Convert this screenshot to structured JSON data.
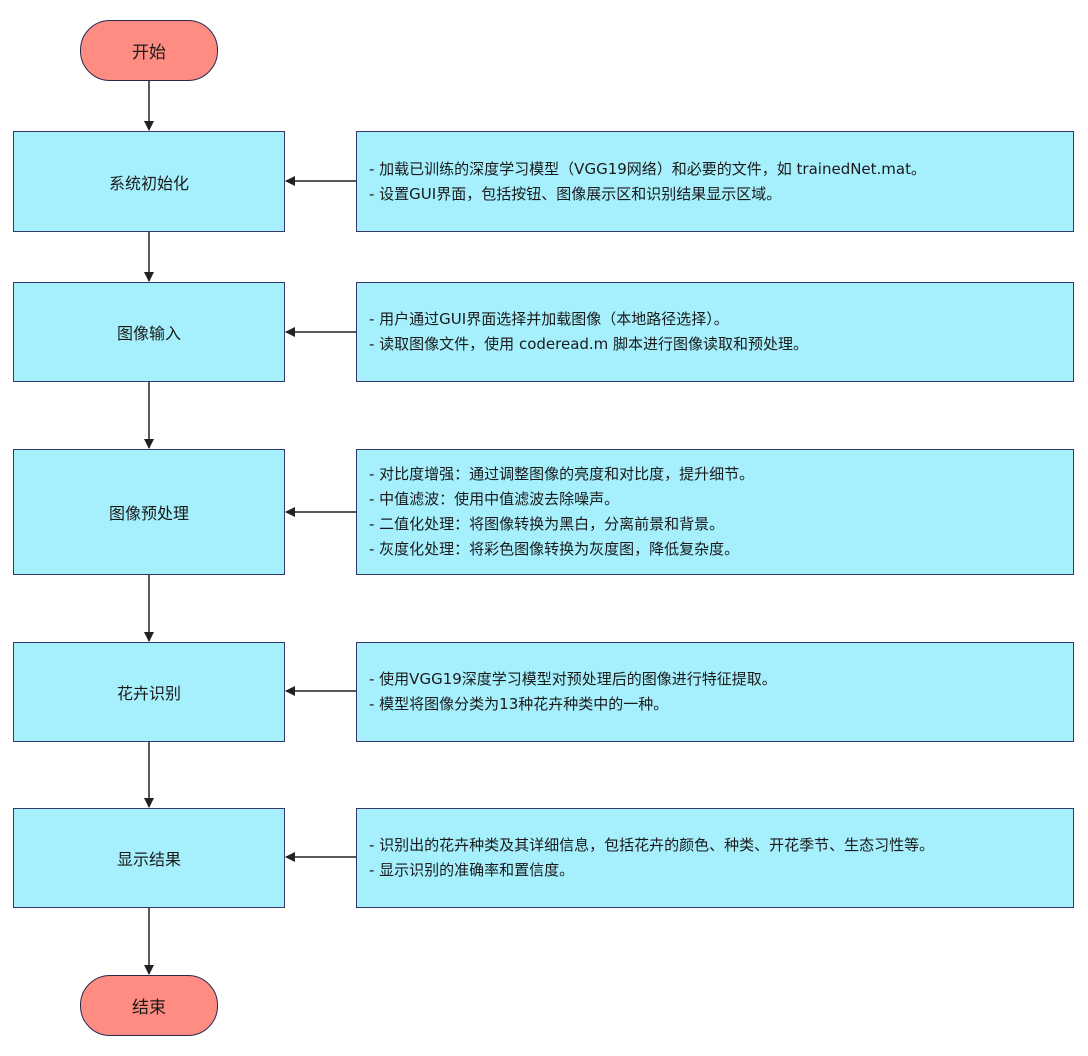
{
  "diagram": {
    "start_label": "开始",
    "end_label": "结束",
    "steps": [
      {
        "label": "系统初始化",
        "details": [
          "- 加载已训练的深度学习模型（VGG19网络）和必要的文件，如 trainedNet.mat。",
          "- 设置GUI界面，包括按钮、图像展示区和识别结果显示区域。"
        ]
      },
      {
        "label": "图像输入",
        "details": [
          "- 用户通过GUI界面选择并加载图像（本地路径选择）。",
          "- 读取图像文件，使用 coderead.m 脚本进行图像读取和预处理。"
        ]
      },
      {
        "label": "图像预处理",
        "details": [
          "- 对比度增强：通过调整图像的亮度和对比度，提升细节。",
          "- 中值滤波：使用中值滤波去除噪声。",
          "- 二值化处理：将图像转换为黑白，分离前景和背景。",
          "- 灰度化处理：将彩色图像转换为灰度图，降低复杂度。"
        ]
      },
      {
        "label": "花卉识别",
        "details": [
          "- 使用VGG19深度学习模型对预处理后的图像进行特征提取。",
          "- 模型将图像分类为13种花卉种类中的一种。"
        ]
      },
      {
        "label": "显示结果",
        "details": [
          "- 识别出的花卉种类及其详细信息，包括花卉的颜色、种类、开花季节、生态习性等。",
          "- 显示识别的准确率和置信度。"
        ]
      }
    ],
    "colors": {
      "terminal_fill": "#ff8c82",
      "box_fill": "#a6f0fd",
      "border": "#34386a",
      "arrow": "#222222"
    }
  }
}
